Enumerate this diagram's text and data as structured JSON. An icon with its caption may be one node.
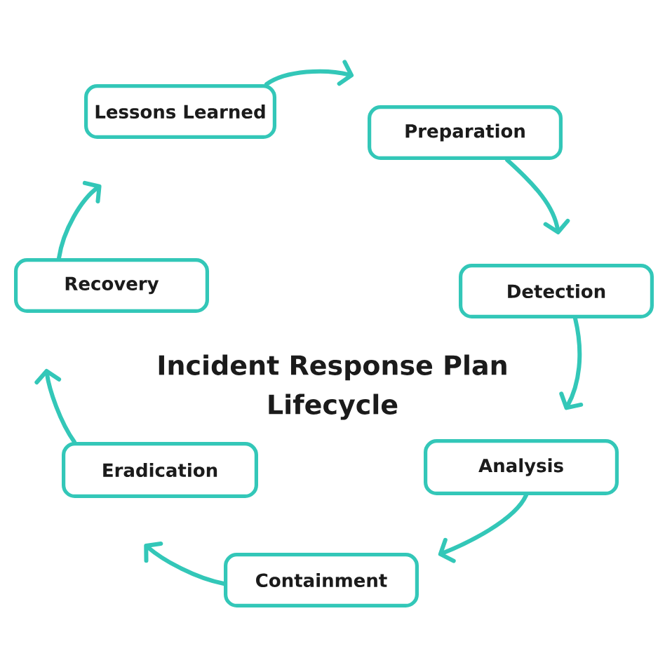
{
  "diagram": {
    "title": "Incident Response Plan Lifecycle",
    "nodes": [
      {
        "text": [
          "Lessons Learned"
        ]
      },
      {
        "text": [
          "Preparation"
        ]
      },
      {
        "text": [
          "Recovery"
        ]
      },
      {
        "text": [
          "Detection"
        ]
      },
      {
        "text": [
          "Eradication"
        ]
      },
      {
        "text": [
          "Analysis"
        ]
      },
      {
        "text": [
          "Containment"
        ]
      }
    ],
    "edges": [
      {
        "from": 1,
        "to": 3,
        "arrow": "to"
      },
      {
        "from": 3,
        "to": 5,
        "arrow": "to"
      },
      {
        "from": 5,
        "to": 6,
        "arrow": "to"
      },
      {
        "from": 6,
        "to": 4,
        "arrow": "to"
      },
      {
        "from": 4,
        "to": 2,
        "arrow": "to"
      },
      {
        "from": 2,
        "to": 0,
        "arrow": "to"
      },
      {
        "from": 0,
        "to": 1,
        "arrow": "to"
      }
    ]
  }
}
